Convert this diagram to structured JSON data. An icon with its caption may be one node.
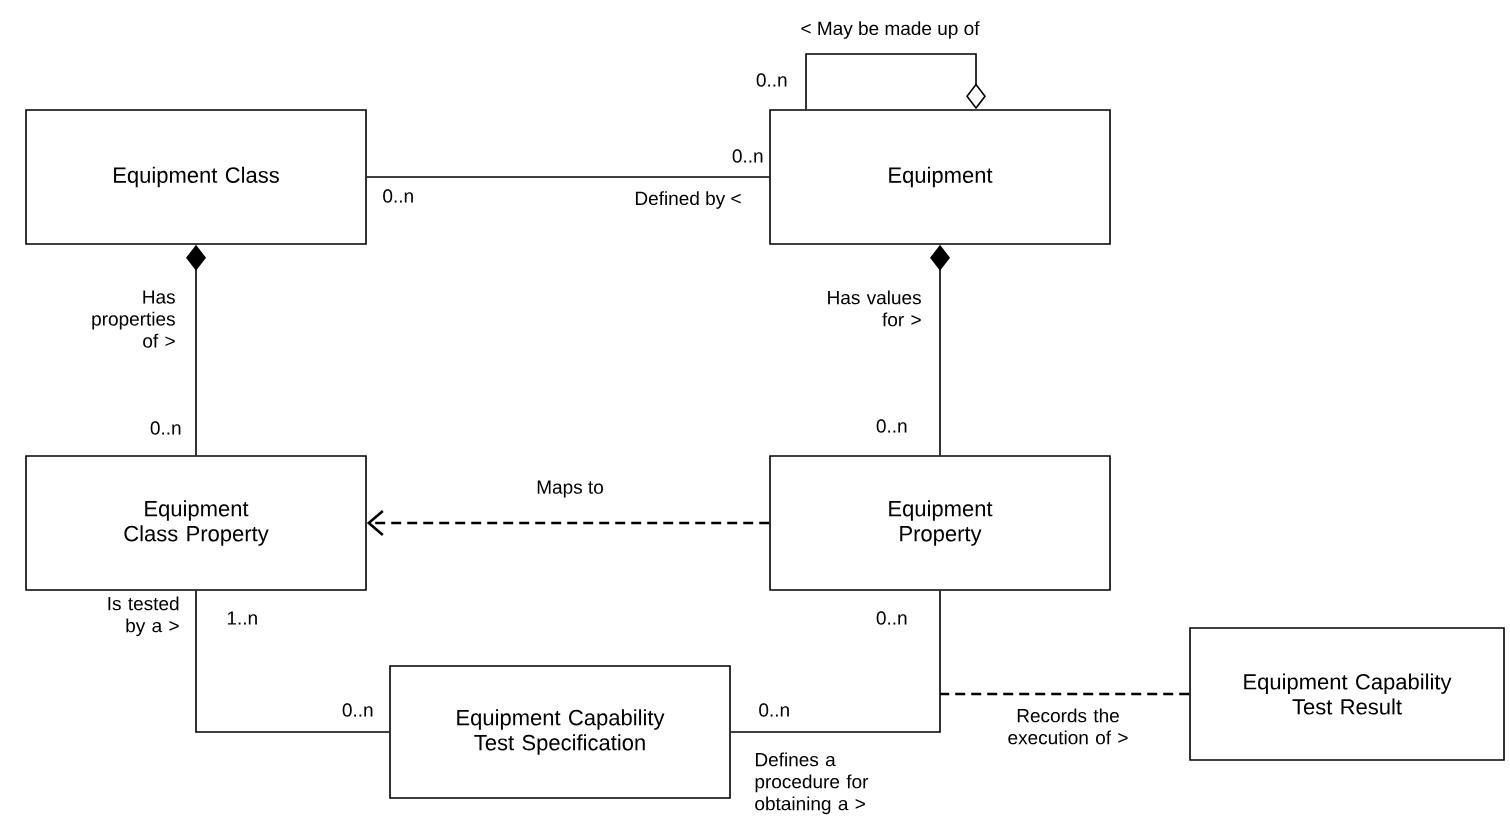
{
  "diagram": {
    "nodes": [
      {
        "text": [
          "Equipment Class"
        ]
      },
      {
        "text": [
          "Equipment"
        ]
      },
      {
        "text": [
          "Equipment Class Property"
        ]
      },
      {
        "text": [
          "Equipment Property"
        ]
      },
      {
        "text": [
          "Equipment Capability Test Specification"
        ]
      },
      {
        "text": [
          "Equipment Capability Test Result"
        ]
      }
    ],
    "edges": [
      {
        "from": 1,
        "to": 0,
        "arrow": "none",
        "label": "Defined by <"
      },
      {
        "from": 1,
        "to": 1,
        "arrow": "other",
        "label": "< May be made up of"
      },
      {
        "from": 0,
        "to": 2,
        "arrow": "other",
        "label": "Has properties of >"
      },
      {
        "from": 1,
        "to": 3,
        "arrow": "other",
        "label": "Has values for >"
      },
      {
        "from": 3,
        "to": 2,
        "arrow": "to",
        "style": "dashed",
        "label": "Maps to"
      },
      {
        "from": 2,
        "to": 4,
        "arrow": "none",
        "label": "Is tested by a >"
      },
      {
        "from": 4,
        "to": 3,
        "arrow": "none",
        "label": "Defines a procedure for obtaining a >"
      },
      {
        "from": 5,
        "to": null,
        "arrow": "none",
        "style": "dashed",
        "label": "Records the execution of >"
      }
    ],
    "labels": [
      "0..n",
      "0..n",
      "0..n",
      "0..n",
      "0..n",
      "1..n",
      "0..n",
      "0..n",
      "0..n"
    ]
  }
}
